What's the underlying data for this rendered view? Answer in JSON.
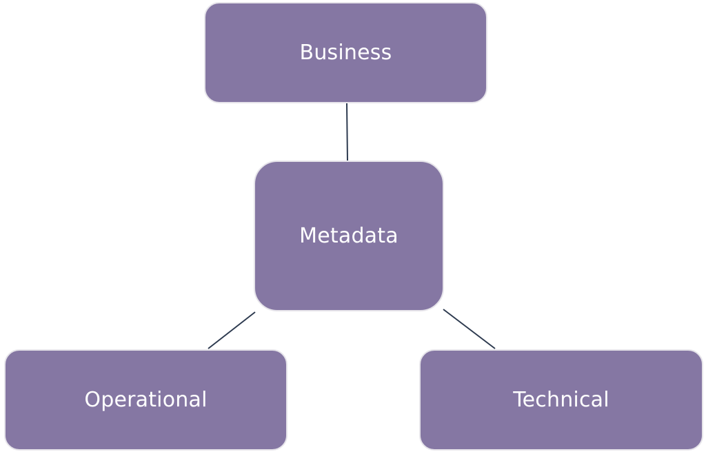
{
  "diagram": {
    "type": "hub-and-spoke",
    "colors": {
      "node_fill": "#8577a3",
      "node_text": "#ffffff",
      "edge": "#2d3a4f",
      "background": "#ffffff"
    },
    "nodes": {
      "business": {
        "label": "Business"
      },
      "metadata": {
        "label": "Metadata"
      },
      "operational": {
        "label": "Operational"
      },
      "technical": {
        "label": "Technical"
      }
    },
    "edges": [
      {
        "from": "Metadata",
        "to": "Business"
      },
      {
        "from": "Metadata",
        "to": "Operational"
      },
      {
        "from": "Metadata",
        "to": "Technical"
      }
    ]
  }
}
